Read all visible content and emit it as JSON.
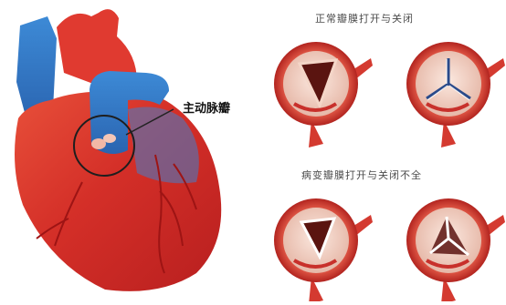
{
  "labels": {
    "callout": "主动脉瓣",
    "caption_normal": "正常瓣膜打开与关闭",
    "caption_diseased": "病变瓣膜打开与关闭不全"
  },
  "valves": [
    {
      "name": "normal-valve-open",
      "state": "open",
      "condition": "normal"
    },
    {
      "name": "normal-valve-closed",
      "state": "closed",
      "condition": "normal"
    },
    {
      "name": "diseased-valve-open",
      "state": "open",
      "condition": "diseased"
    },
    {
      "name": "diseased-valve-closed",
      "state": "closed",
      "condition": "diseased"
    }
  ],
  "colors": {
    "heart_red": "#d9322a",
    "vessel_blue": "#2f78c8",
    "valve_ring": "#c8302b",
    "valve_inner": "#f0d4c8",
    "outline": "#222222"
  }
}
